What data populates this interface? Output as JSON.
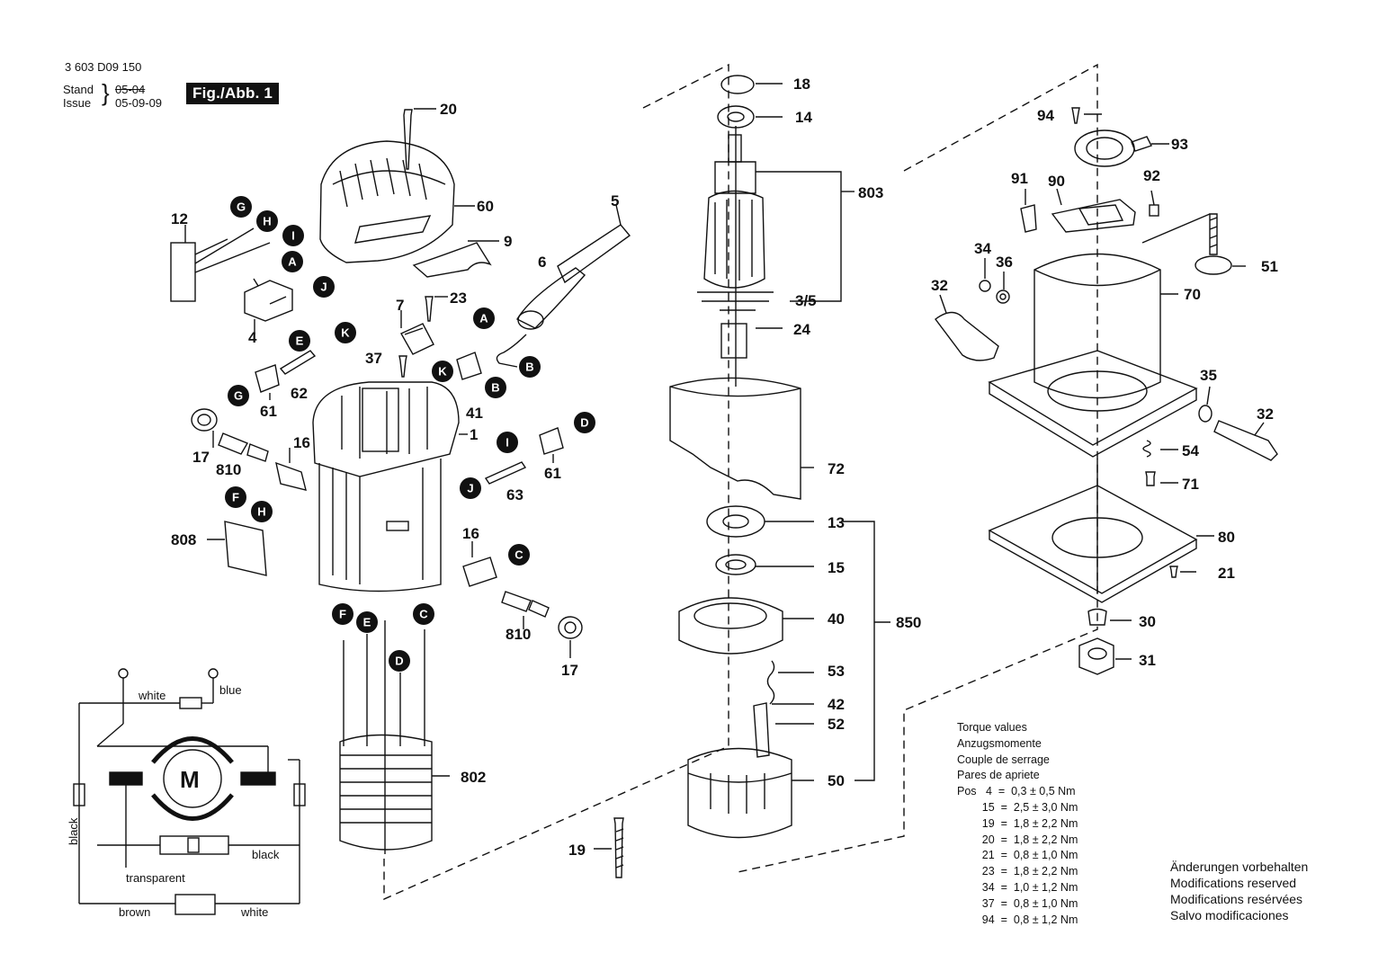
{
  "header": {
    "doc_number": "3 603 D09 150",
    "stand_label": "Stand",
    "issue_label": "Issue",
    "stand_date": "05-04",
    "issue_date": "05-09-09",
    "figure_label": "Fig./Abb. 1"
  },
  "callouts": [
    {
      "id": "c-20",
      "text": "20"
    },
    {
      "id": "c-60",
      "text": "60"
    },
    {
      "id": "c-9",
      "text": "9"
    },
    {
      "id": "c-5",
      "text": "5"
    },
    {
      "id": "c-6",
      "text": "6"
    },
    {
      "id": "c-12",
      "text": "12"
    },
    {
      "id": "c-4",
      "text": "4"
    },
    {
      "id": "c-7",
      "text": "7"
    },
    {
      "id": "c-23",
      "text": "23"
    },
    {
      "id": "c-37",
      "text": "37"
    },
    {
      "id": "c-62",
      "text": "62"
    },
    {
      "id": "c-61a",
      "text": "61"
    },
    {
      "id": "c-41",
      "text": "41"
    },
    {
      "id": "c-1",
      "text": "1"
    },
    {
      "id": "c-16a",
      "text": "16"
    },
    {
      "id": "c-17a",
      "text": "17"
    },
    {
      "id": "c-810a",
      "text": "810"
    },
    {
      "id": "c-63",
      "text": "63"
    },
    {
      "id": "c-61b",
      "text": "61"
    },
    {
      "id": "c-808",
      "text": "808"
    },
    {
      "id": "c-16b",
      "text": "16"
    },
    {
      "id": "c-810b",
      "text": "810"
    },
    {
      "id": "c-17b",
      "text": "17"
    },
    {
      "id": "c-802",
      "text": "802"
    },
    {
      "id": "c-18",
      "text": "18"
    },
    {
      "id": "c-14",
      "text": "14"
    },
    {
      "id": "c-803",
      "text": "803"
    },
    {
      "id": "c-35x",
      "text": "3/5"
    },
    {
      "id": "c-24",
      "text": "24"
    },
    {
      "id": "c-72",
      "text": "72"
    },
    {
      "id": "c-13",
      "text": "13"
    },
    {
      "id": "c-15",
      "text": "15"
    },
    {
      "id": "c-40",
      "text": "40"
    },
    {
      "id": "c-850",
      "text": "850"
    },
    {
      "id": "c-53",
      "text": "53"
    },
    {
      "id": "c-42",
      "text": "42"
    },
    {
      "id": "c-52",
      "text": "52"
    },
    {
      "id": "c-50",
      "text": "50"
    },
    {
      "id": "c-19",
      "text": "19"
    },
    {
      "id": "c-94",
      "text": "94"
    },
    {
      "id": "c-93",
      "text": "93"
    },
    {
      "id": "c-91",
      "text": "91"
    },
    {
      "id": "c-90",
      "text": "90"
    },
    {
      "id": "c-92",
      "text": "92"
    },
    {
      "id": "c-34",
      "text": "34"
    },
    {
      "id": "c-36",
      "text": "36"
    },
    {
      "id": "c-51",
      "text": "51"
    },
    {
      "id": "c-32a",
      "text": "32"
    },
    {
      "id": "c-70",
      "text": "70"
    },
    {
      "id": "c-35",
      "text": "35"
    },
    {
      "id": "c-32b",
      "text": "32"
    },
    {
      "id": "c-54",
      "text": "54"
    },
    {
      "id": "c-71",
      "text": "71"
    },
    {
      "id": "c-80",
      "text": "80"
    },
    {
      "id": "c-21",
      "text": "21"
    },
    {
      "id": "c-30",
      "text": "30"
    },
    {
      "id": "c-31",
      "text": "31"
    }
  ],
  "connector_letters": [
    {
      "id": "m-G1",
      "text": "G"
    },
    {
      "id": "m-H1",
      "text": "H"
    },
    {
      "id": "m-I1",
      "text": "I"
    },
    {
      "id": "m-A1",
      "text": "A"
    },
    {
      "id": "m-J1",
      "text": "J"
    },
    {
      "id": "m-A2",
      "text": "A"
    },
    {
      "id": "m-B1",
      "text": "B"
    },
    {
      "id": "m-E1",
      "text": "E"
    },
    {
      "id": "m-K1",
      "text": "K"
    },
    {
      "id": "m-G2",
      "text": "G"
    },
    {
      "id": "m-K2",
      "text": "K"
    },
    {
      "id": "m-B2",
      "text": "B"
    },
    {
      "id": "m-D1",
      "text": "D"
    },
    {
      "id": "m-I2",
      "text": "I"
    },
    {
      "id": "m-J2",
      "text": "J"
    },
    {
      "id": "m-F1",
      "text": "F"
    },
    {
      "id": "m-H2",
      "text": "H"
    },
    {
      "id": "m-C1",
      "text": "C"
    },
    {
      "id": "m-F2",
      "text": "F"
    },
    {
      "id": "m-E2",
      "text": "E"
    },
    {
      "id": "m-C2",
      "text": "C"
    },
    {
      "id": "m-D2",
      "text": "D"
    }
  ],
  "wiring": {
    "white_top": "white",
    "blue": "blue",
    "motor": "M",
    "black_left": "black",
    "black_right": "black",
    "transparent": "transparent",
    "brown": "brown",
    "white_bottom": "white"
  },
  "torque": {
    "lines": [
      "Torque values",
      "Anzugsmomente",
      "Couple de serrage",
      "Pares de apriete"
    ],
    "rows": [
      "Pos   4  =  0,3 ± 0,5 Nm",
      "        15  =  2,5 ± 3,0 Nm",
      "        19  =  1,8 ± 2,2 Nm",
      "        20  =  1,8 ± 2,2 Nm",
      "        21  =  0,8 ± 1,0 Nm",
      "        23  =  1,8 ± 2,2 Nm",
      "        34  =  1,0 ± 1,2 Nm",
      "        37  =  0,8 ± 1,0 Nm",
      "        94  =  0,8 ± 1,2 Nm"
    ]
  },
  "modifications": [
    "Änderungen vorbehalten",
    "Modifications reserved",
    "Modifications resérvées",
    "Salvo modificaciones"
  ]
}
